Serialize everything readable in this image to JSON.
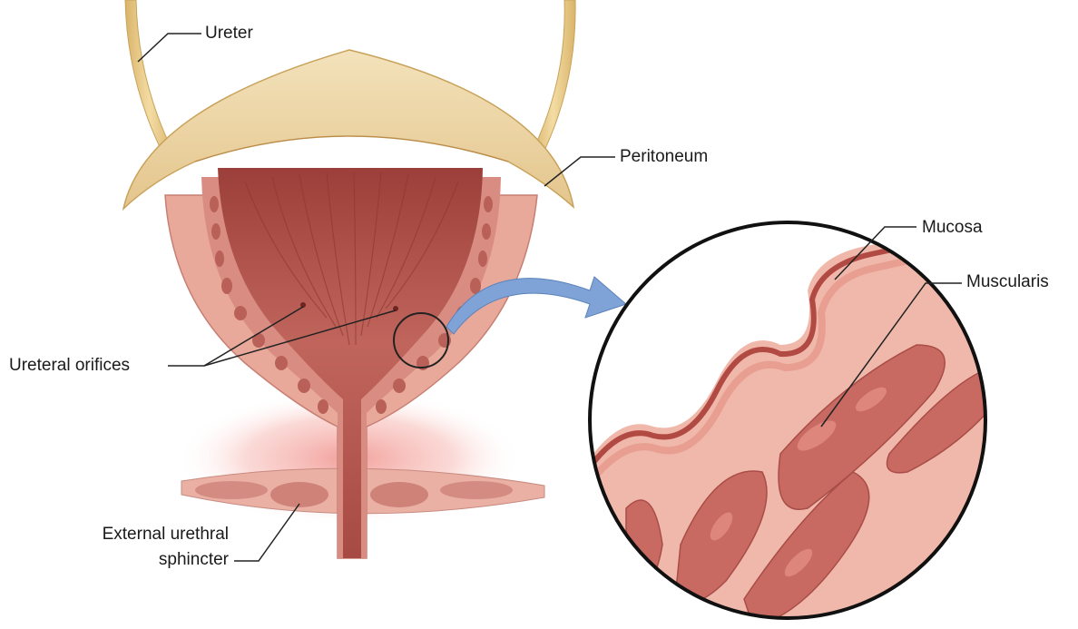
{
  "labels": {
    "ureter": "Ureter",
    "peritoneum": "Peritoneum",
    "mucosa": "Mucosa",
    "muscularis": "Muscularis",
    "ureteral_orifices": "Ureteral orifices",
    "external_urethral_sphincter_line1": "External urethral",
    "external_urethral_sphincter_line2": "sphincter"
  },
  "colors": {
    "ureter": "#e8c983",
    "peritoneum": "#efd9a8",
    "bladder_outer": "#e7a79a",
    "bladder_inner": "#b8544c",
    "muscle": "#c97a70",
    "mucosa_band": "#b24a44",
    "pelvic_glow": "#f2a7a0",
    "arrow": "#7fa3d6",
    "leader_line": "#222222"
  }
}
